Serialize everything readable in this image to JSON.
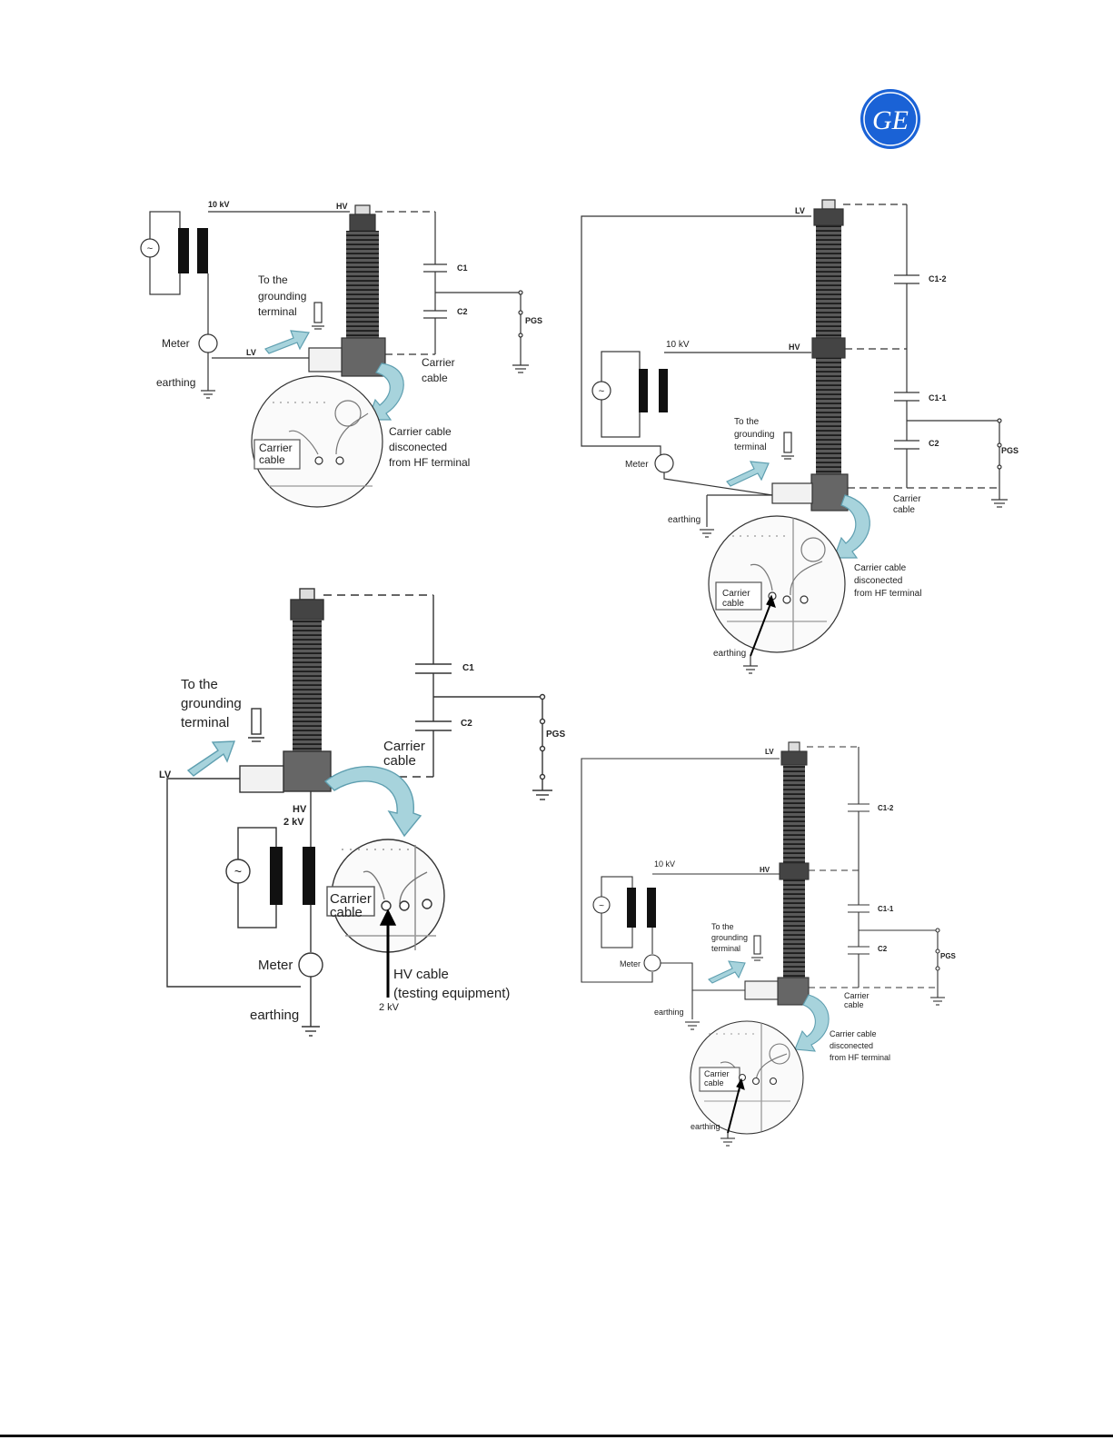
{
  "logo": {
    "text": "GE",
    "color": "#1a62d6"
  },
  "colors": {
    "arrow": "#a7d3dc",
    "arrow_stroke": "#5f9fb0",
    "line": "#333333"
  },
  "diagram1": {
    "voltage": "10 kV",
    "hv": "HV",
    "lv": "LV",
    "c1": "C1",
    "c2": "C2",
    "pgs": "PGS",
    "meter": "Meter",
    "earthing": "earthing",
    "grounding": [
      "To the",
      "grounding",
      "terminal"
    ],
    "carrier": [
      "Carrier",
      "cable"
    ],
    "inset_carrier": [
      "Carrier",
      "cable"
    ],
    "disconnected": [
      "Carrier cable",
      "disconected",
      "from HF terminal"
    ]
  },
  "diagram2": {
    "lv": "LV",
    "hv": "HV",
    "voltage": "10 kV",
    "c12": "C1-2",
    "c11": "C1-1",
    "c2": "C2",
    "pgs": "PGS",
    "meter": "Meter",
    "earthing": "earthing",
    "inset_earthing": "earthing",
    "grounding": [
      "To the",
      "grounding",
      "terminal"
    ],
    "carrier": [
      "Carrier",
      "cable"
    ],
    "inset_carrier": [
      "Carrier",
      "cable"
    ],
    "disconnected": [
      "Carrier cable",
      "disconected",
      "from HF terminal"
    ]
  },
  "diagram3": {
    "lv": "LV",
    "hv": "HV",
    "hv_voltage": "2 kV",
    "c1": "C1",
    "c2": "C2",
    "pgs": "PGS",
    "meter": "Meter",
    "earthing": "earthing",
    "grounding": [
      "To the",
      "grounding",
      "terminal"
    ],
    "carrier": [
      "Carrier",
      "cable"
    ],
    "inset_carrier": [
      "Carrier",
      "cable"
    ],
    "hv_cable": [
      "HV cable",
      "(testing equipment)"
    ],
    "cable_voltage": "2 kV"
  },
  "diagram4": {
    "lv": "LV",
    "hv": "HV",
    "voltage": "10 kV",
    "c12": "C1-2",
    "c11": "C1-1",
    "c2": "C2",
    "pgs": "PGS",
    "meter": "Meter",
    "earthing": "earthing",
    "inset_earthing": "earthing",
    "grounding": [
      "To the",
      "grounding",
      "terminal"
    ],
    "carrier": [
      "Carrier",
      "cable"
    ],
    "inset_carrier": [
      "Carrier",
      "cable"
    ],
    "disconnected": [
      "Carrier cable",
      "disconected",
      "from HF terminal"
    ]
  }
}
